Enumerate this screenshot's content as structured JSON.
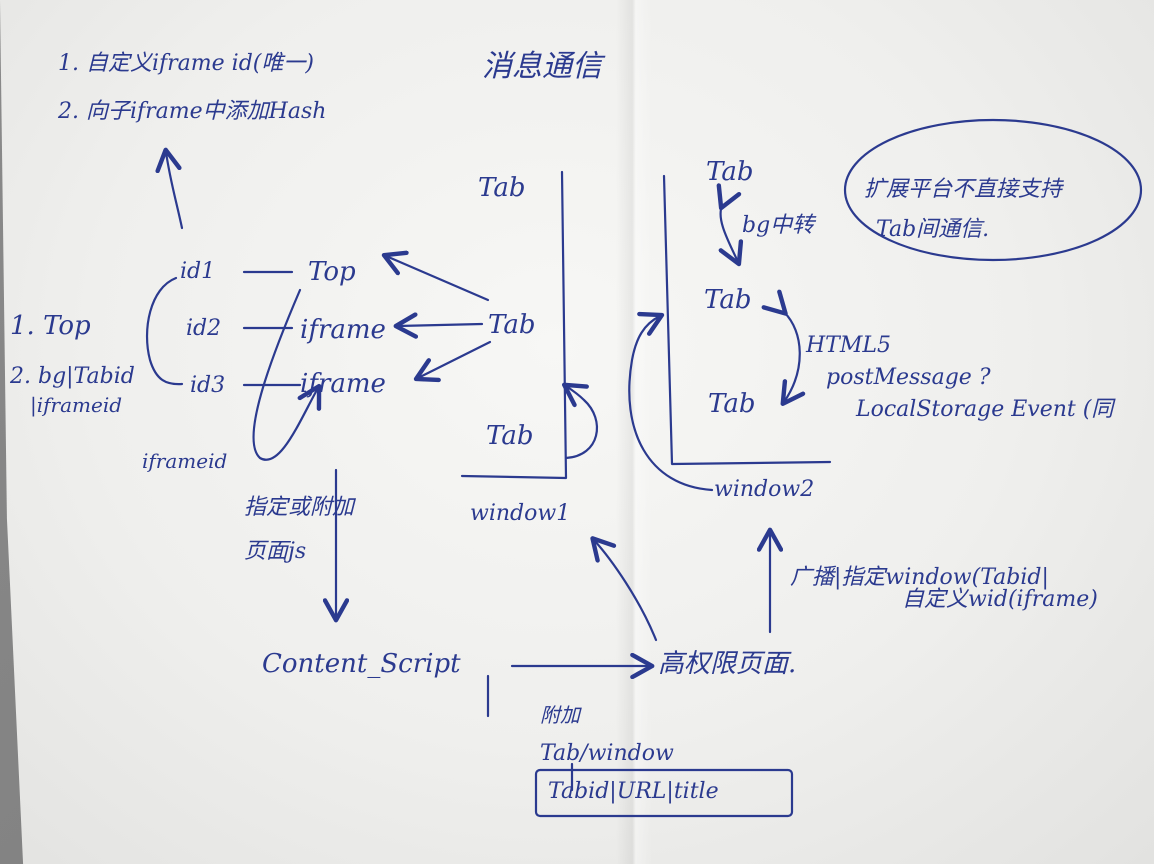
{
  "colors": {
    "ink": "#2b3a8f",
    "paper": "#f1f1ef",
    "background": "#7f7f7f"
  },
  "title": "消息通信",
  "notes": {
    "line1": "1. 自定义iframe id(唯一)",
    "line2": "2. 向子iframe中添加Hash"
  },
  "left_list": {
    "item1": "1. Top",
    "item2": "2. bg|Tabid",
    "item3": "|iframeid",
    "iframeid": "iframeid"
  },
  "ids": [
    "id1",
    "id2",
    "id3"
  ],
  "frames": [
    "Top",
    "iframe",
    "iframe"
  ],
  "window1": {
    "tabs": [
      "Tab",
      "Tab",
      "Tab"
    ],
    "label": "window1"
  },
  "window2": {
    "tabs": [
      "Tab",
      "Tab",
      "Tab"
    ],
    "label": "window2"
  },
  "bubble": {
    "line1": "扩展平台不直接支持",
    "line2": "Tab间通信."
  },
  "bg_transfer": "bg中转",
  "html5": {
    "line1": "HTML5",
    "line2": "postMessage ?",
    "line3": "LocalStorage Event (同"
  },
  "inject": {
    "line1": "指定或附加",
    "line2": "页面js"
  },
  "content_script": "Content_Script",
  "high_privilege": "高权限页面.",
  "broadcast": {
    "line1": "广播|指定window(Tabid|",
    "line2": "自定义wid(iframe)"
  },
  "attach": {
    "label": "附加",
    "tab_window": "Tab/window",
    "fields": "Tabid|URL|title"
  }
}
